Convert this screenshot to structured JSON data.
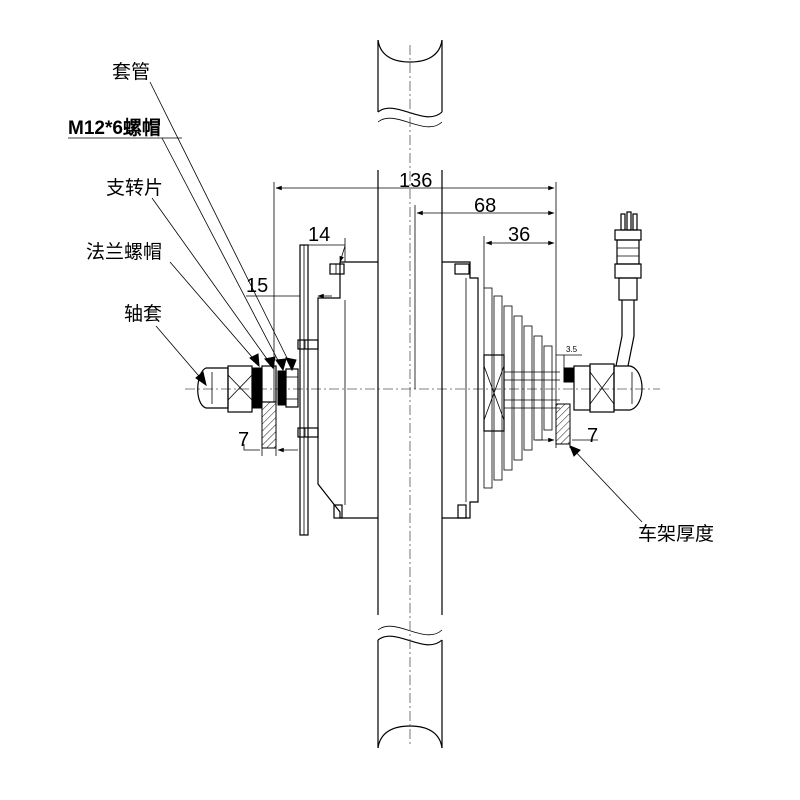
{
  "labels": {
    "sleeve": "套管",
    "nut": "M12*6螺帽",
    "torque_plate": "支转片",
    "flange_nut": "法兰螺帽",
    "axle_sleeve": "轴套",
    "frame_thickness": "车架厚度"
  },
  "dimensions": {
    "overall": "136",
    "half": "68",
    "freewheel": "36",
    "bolt_offset": "14",
    "left_offset": "15",
    "left_frame": "7",
    "right_frame": "7",
    "small_gap": "3.5"
  }
}
